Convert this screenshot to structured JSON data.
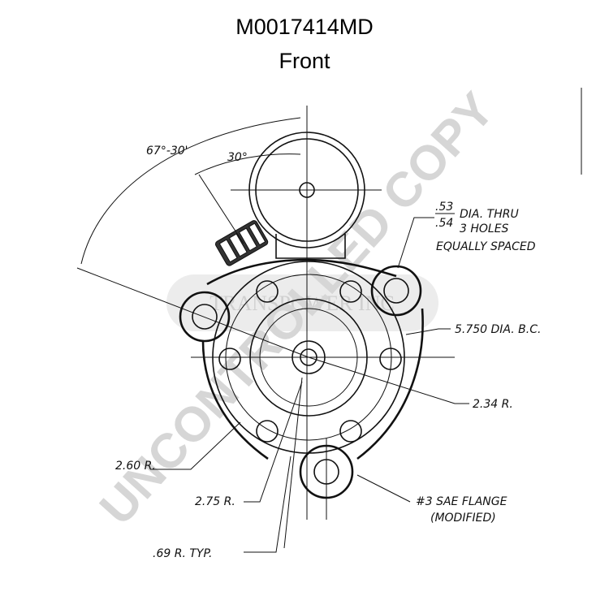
{
  "header": {
    "part_number": "M0017414MD",
    "view": "Front"
  },
  "annotations": {
    "angle_outer": "67°-30'",
    "angle_inner": "30°",
    "hole_dia_top": ".53",
    "hole_dia_bottom": ".54",
    "hole_dia_text": "DIA. THRU",
    "hole_count_text": "3 HOLES",
    "hole_spacing_text": "EQUALLY SPACED",
    "bolt_circle": "5.750 DIA. B.C.",
    "radius_234": "2.34 R.",
    "radius_260": "2.60 R.",
    "radius_275": "2.75 R.",
    "radius_069": ".69 R. TYP.",
    "flange_line1": "#3 SAE FLANGE",
    "flange_line2": "(MODIFIED)"
  },
  "watermark": {
    "main": "UNCONTROLLED COPY",
    "brand": "TRANSPOWER INC"
  }
}
